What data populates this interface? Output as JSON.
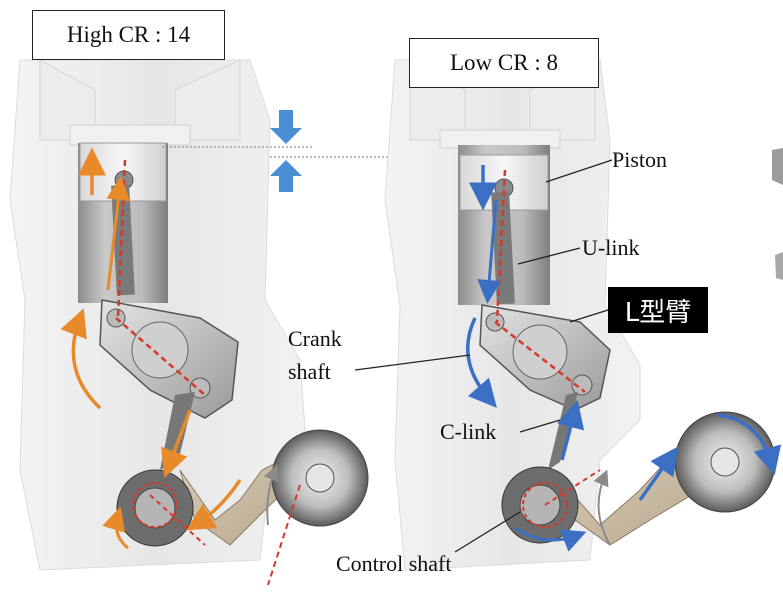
{
  "labels": {
    "high_cr": "High CR : 14",
    "low_cr": "Low CR : 8",
    "piston": "Piston",
    "u_link": "U-link",
    "l_link_tag": "L型臂",
    "crank_line1": "Crank",
    "crank_line2": "shaft",
    "c_link": "C-link",
    "control_shaft": "Control shaft"
  },
  "colors": {
    "orange_arrow": "#e8892a",
    "blue_arrow": "#3a6fc4",
    "red_dash": "#d33a2a",
    "compression_indicator": "#4a8fd6",
    "engine_body": "#e9e9e9",
    "tag_bg": "#000000"
  }
}
